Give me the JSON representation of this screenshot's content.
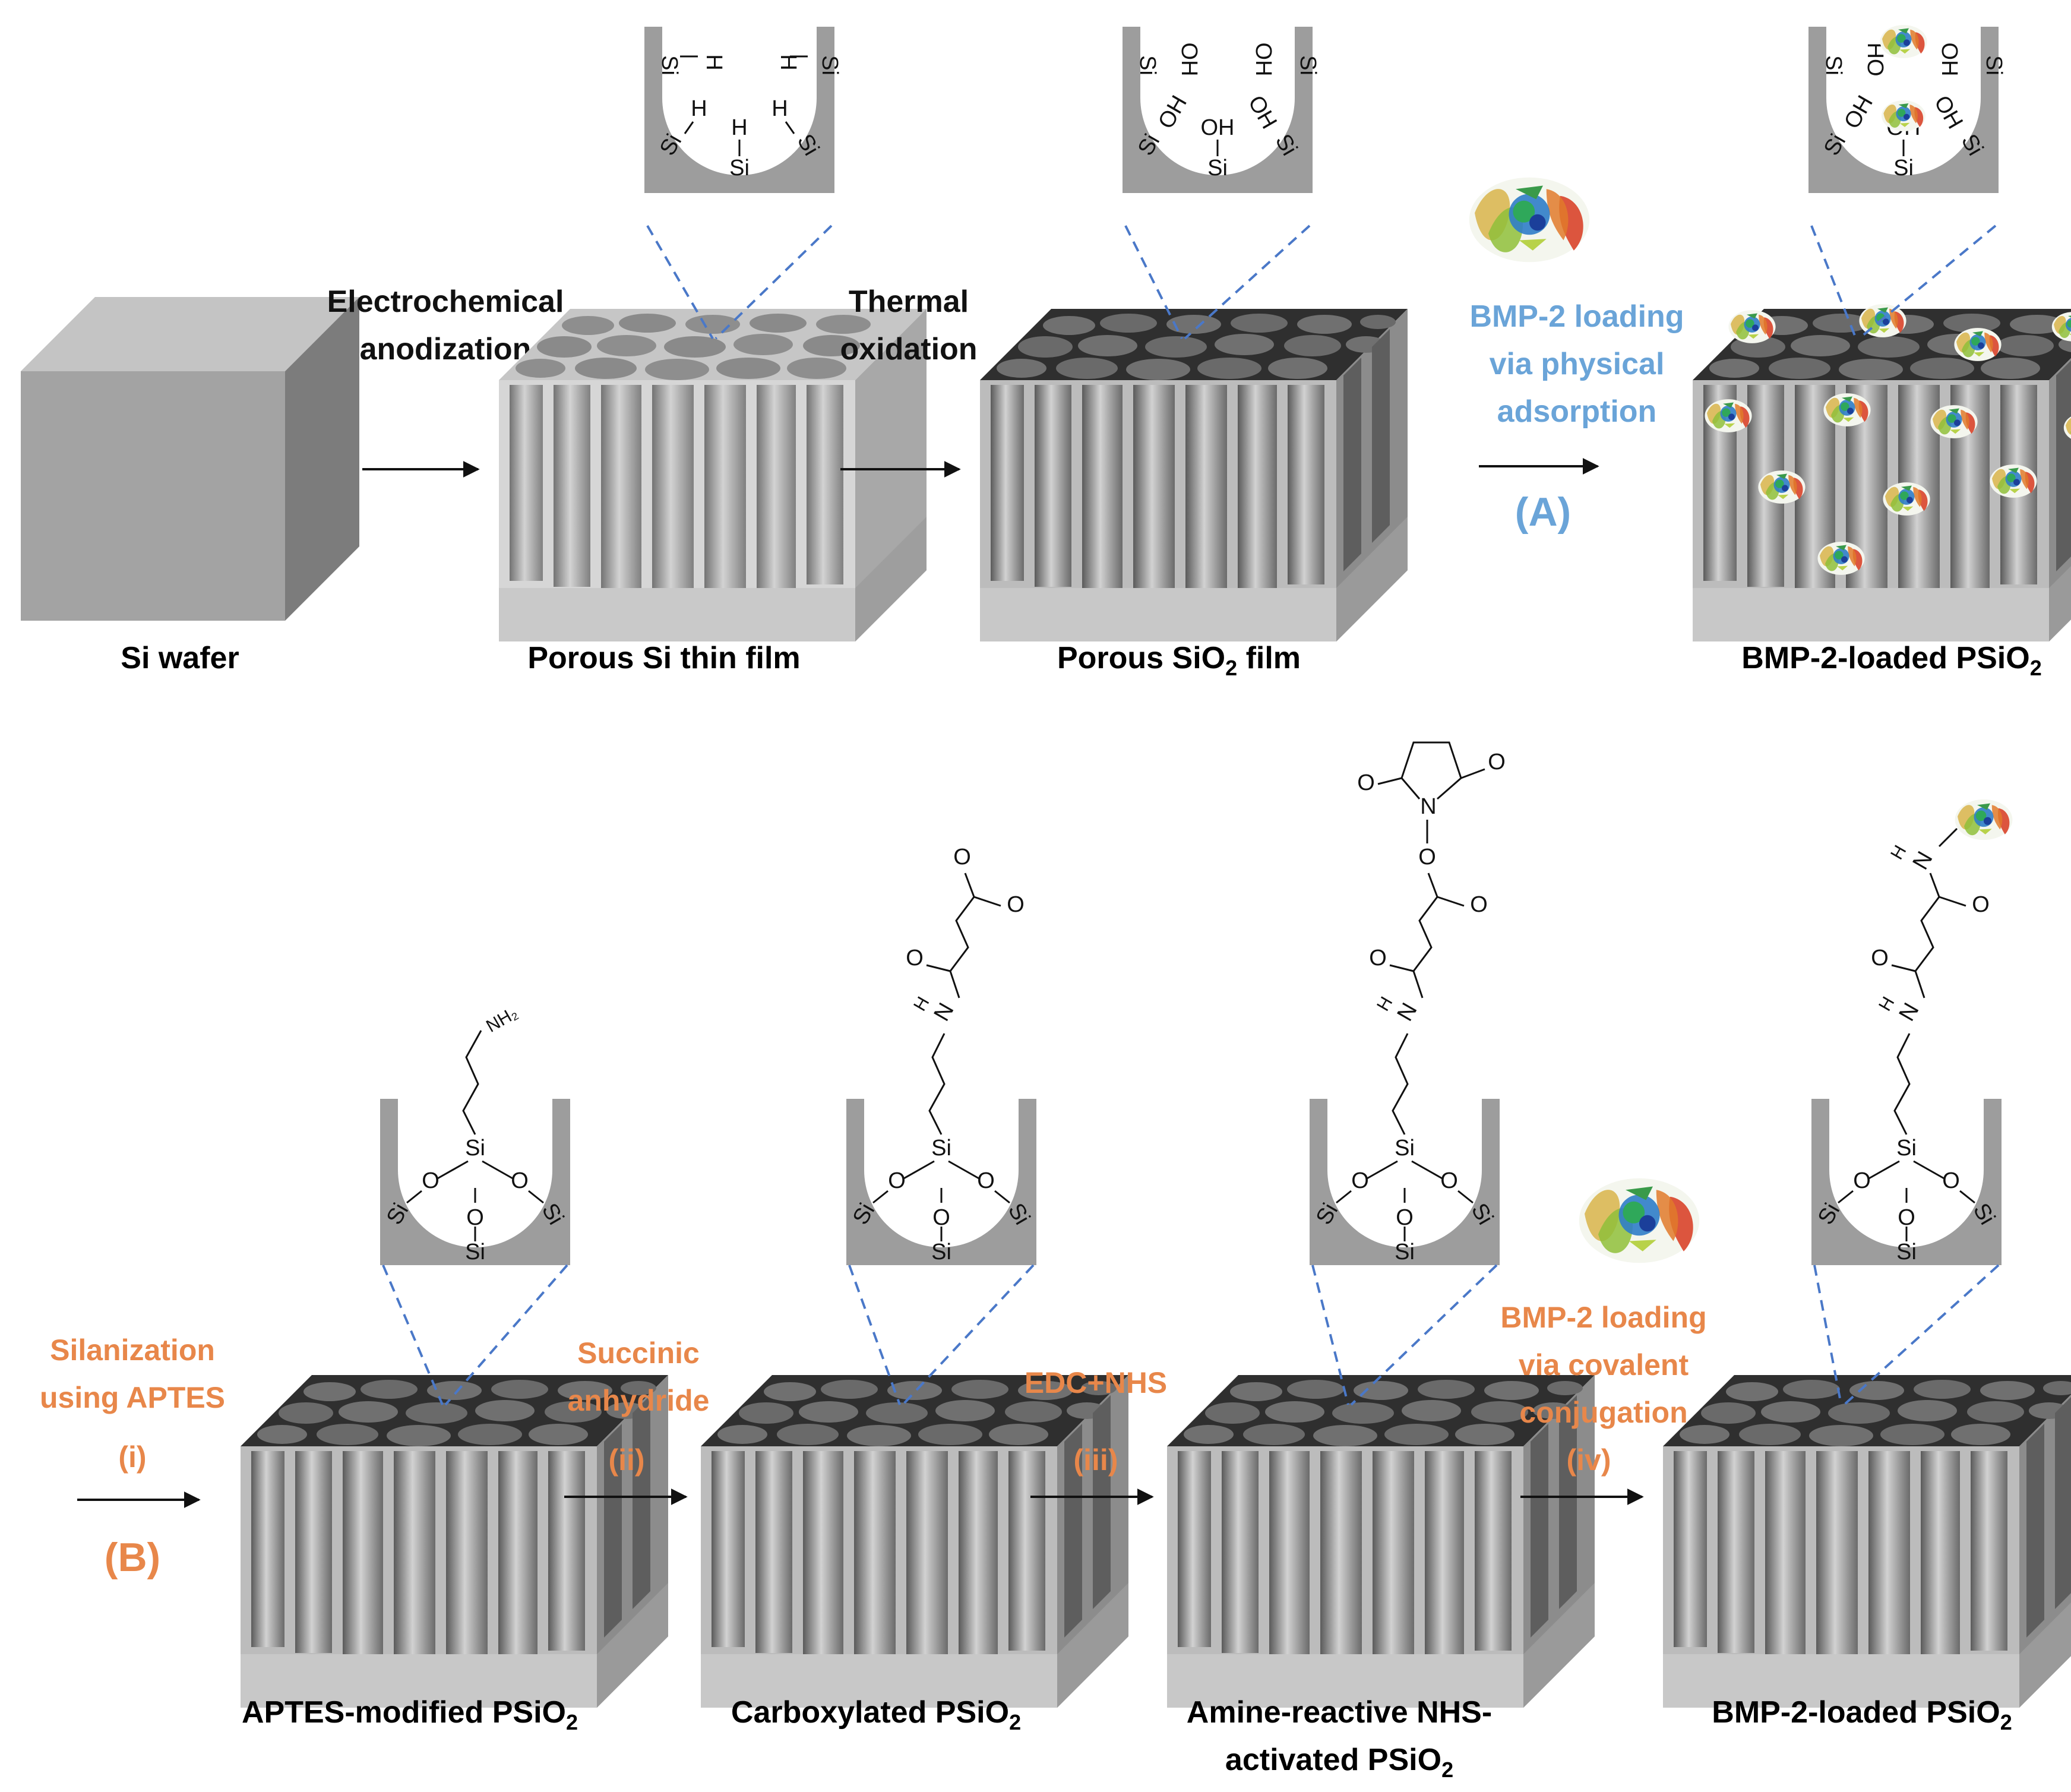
{
  "structures": {
    "si_wafer": "Si wafer",
    "porous_si": "Porous Si thin film",
    "porous_sio2": {
      "main": "Porous SiO",
      "sub": "2",
      "tail": " film"
    },
    "bmp_loaded_a": {
      "main": "BMP-2-loaded PSiO",
      "sub": "2"
    },
    "aptes": {
      "main": "APTES-modified PSiO",
      "sub": "2"
    },
    "carboxylated": {
      "main": "Carboxylated PSiO",
      "sub": "2"
    },
    "nhs_line1": "Amine-reactive NHS-",
    "nhs_line2": {
      "main": "activated PSiO",
      "sub": "2"
    },
    "bmp_loaded_b": {
      "main": "BMP-2-loaded PSiO",
      "sub": "2"
    }
  },
  "steps": {
    "anodization": [
      "Electrochemical",
      "anodization"
    ],
    "oxidation": [
      "Thermal",
      "oxidation"
    ],
    "physical": [
      "BMP-2 loading",
      "via physical",
      "adsorption"
    ],
    "silanization": [
      "Silanization",
      "using APTES",
      "(i)"
    ],
    "succinic": [
      "Succinic",
      "anhydride",
      "(ii)"
    ],
    "edc": [
      "EDC+NHS",
      "(iii)"
    ],
    "covalent": [
      "BMP-2 loading",
      "via covalent",
      "conjugation",
      "(iv)"
    ]
  },
  "routes": {
    "a": "(A)",
    "b": "(B)"
  },
  "atoms": {
    "si": "Si",
    "h": "H",
    "oh": "OH",
    "o": "O",
    "n": "N",
    "nh2": "NH₂",
    "ho": "HO"
  },
  "colors": {
    "blue_text": "#6aa4d8",
    "orange_text": "#e8874a",
    "dash_blue": "#4a78c8",
    "silicon_gray": "#9d9d9d",
    "pore_dark": "#2f2f2f"
  },
  "icons": [
    "bmp2-protein-icon",
    "reaction-arrow-icon"
  ]
}
